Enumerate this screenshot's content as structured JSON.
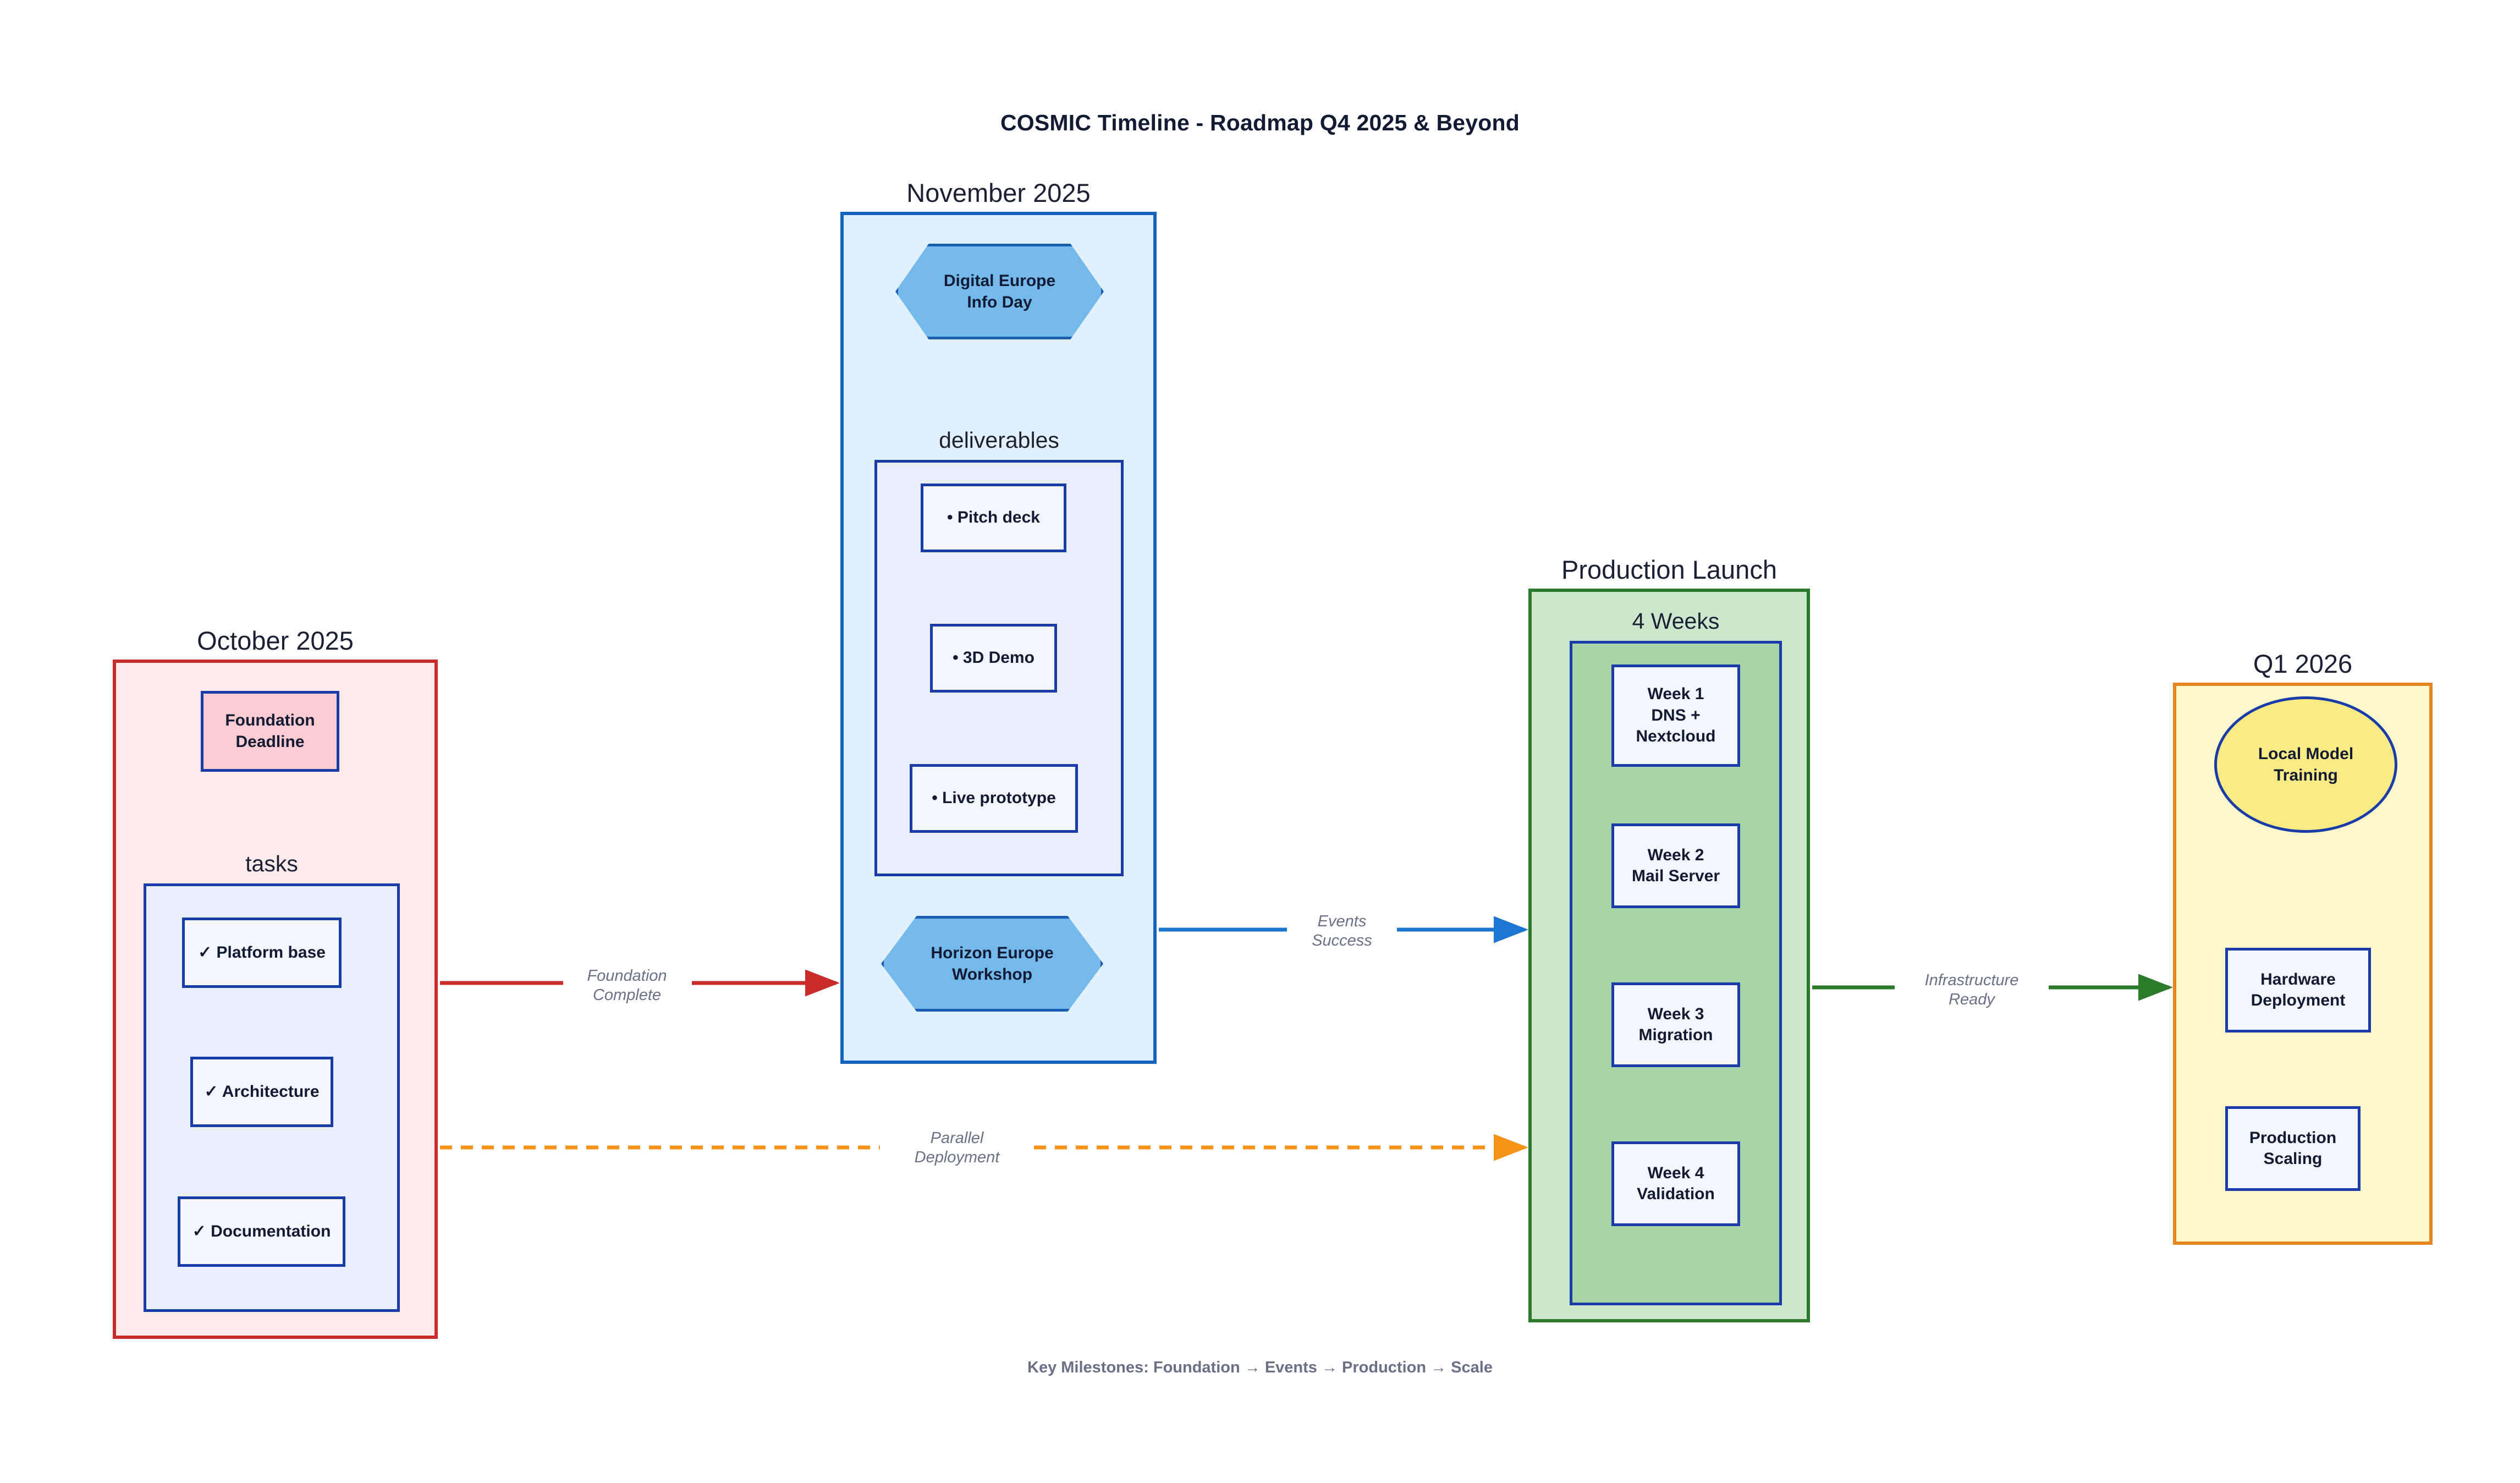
{
  "diagram": {
    "title": "COSMIC Timeline - Roadmap Q4 2025 & Beyond",
    "footer": "Key Milestones: Foundation → Events → Production → Scale"
  },
  "colors": {
    "october_border": "#c92a2a",
    "october_fill": "#fdeaea",
    "november_border": "#1565c0",
    "november_fill": "#e2f0fb",
    "production_border": "#2b7a2b",
    "production_fill": "#cde7cd",
    "weeks_fill": "#a8d5a8",
    "q1_border": "#e8861e",
    "q1_fill": "#fdf8cc",
    "node_border": "#1a3ca8",
    "node_fill": "#f4f6fd",
    "hexagon_fill": "#74b9ec",
    "ellipse_fill": "#fbeb84",
    "milestone_fill": "#fbcdd2",
    "edge_label": "#6b7086"
  },
  "clusters": {
    "october": {
      "title": "October 2025",
      "milestone": "Foundation\nDeadline",
      "subgraph": {
        "title": "tasks",
        "items": [
          {
            "label": "✓ Platform base"
          },
          {
            "label": "✓ Architecture"
          },
          {
            "label": "✓ Documentation"
          }
        ]
      }
    },
    "november": {
      "title": "November 2025",
      "event_top": "Digital Europe\nInfo Day",
      "event_bottom": "Horizon Europe\nWorkshop",
      "subgraph": {
        "title": "deliverables",
        "items": [
          {
            "label": "• Pitch deck"
          },
          {
            "label": "• 3D Demo"
          },
          {
            "label": "• Live prototype"
          }
        ]
      }
    },
    "production": {
      "title": "Production Launch",
      "subgraph": {
        "title": "4 Weeks",
        "items": [
          {
            "label": "Week 1\nDNS +\nNextcloud"
          },
          {
            "label": "Week 2\nMail Server"
          },
          {
            "label": "Week 3\nMigration"
          },
          {
            "label": "Week 4\nValidation"
          }
        ]
      }
    },
    "q1": {
      "title": "Q1 2026",
      "ellipse": "Local Model\nTraining",
      "items": [
        {
          "label": "Hardware\nDeployment"
        },
        {
          "label": "Production\nScaling"
        }
      ]
    }
  },
  "edges": [
    {
      "id": "foundation-complete",
      "label": "Foundation\nComplete",
      "color": "#c92a2a",
      "style": "solid",
      "from": "October 2025",
      "to": "November 2025"
    },
    {
      "id": "events-success",
      "label": "Events\nSuccess",
      "color": "#1d76d0",
      "style": "solid",
      "from": "November 2025",
      "to": "Production Launch"
    },
    {
      "id": "infrastructure-ready",
      "label": "Infrastructure\nReady",
      "color": "#2b7a2b",
      "style": "solid",
      "from": "Production Launch",
      "to": "Q1 2026"
    },
    {
      "id": "parallel-deployment",
      "label": "Parallel\nDeployment",
      "color": "#f59218",
      "style": "dashed",
      "from": "October 2025",
      "to": "Production Launch"
    }
  ]
}
